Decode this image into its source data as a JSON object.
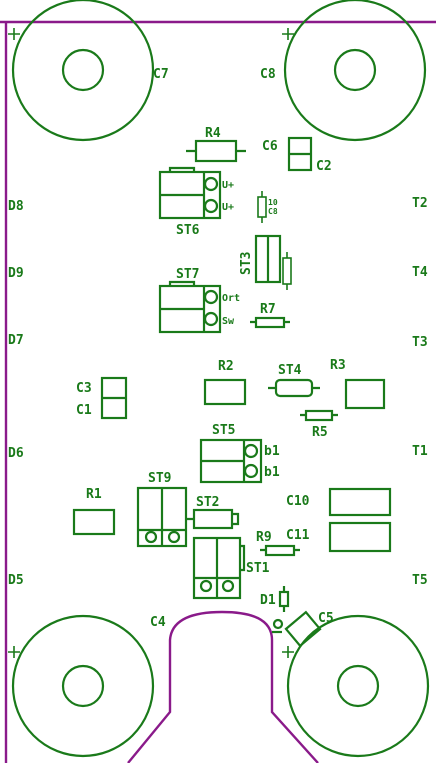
{
  "labels": {
    "C7": "C7",
    "C8": "C8",
    "C4": "C4",
    "C5": "C5",
    "C6": "C6",
    "C2": "C2",
    "C3": "C3",
    "C1": "C1",
    "C10": "C10",
    "C11": "C11",
    "R1": "R1",
    "R2": "R2",
    "R3": "R3",
    "R4": "R4",
    "R5": "R5",
    "R7": "R7",
    "R9": "R9",
    "D1": "D1",
    "D5": "D5",
    "D6": "D6",
    "D7": "D7",
    "D8": "D8",
    "D9": "D9",
    "T1": "T1",
    "T2": "T2",
    "T3": "T3",
    "T4": "T4",
    "T5": "T5",
    "ST1": "ST1",
    "ST2": "ST2",
    "ST3": "ST3",
    "ST4": "ST4",
    "ST5": "ST5",
    "ST6": "ST6",
    "ST7": "ST7",
    "ST9": "ST9",
    "b1_top": "b1",
    "b1_bottom": "b1",
    "st6_pin1": "U+",
    "st6_pin2": "U+",
    "st7_pin1": "Ort",
    "st7_pin2": "Sw"
  },
  "colors": {
    "silkscreen": "#1a7a1a",
    "board_edge": "#8a1a8a",
    "background": "#ffffff"
  }
}
